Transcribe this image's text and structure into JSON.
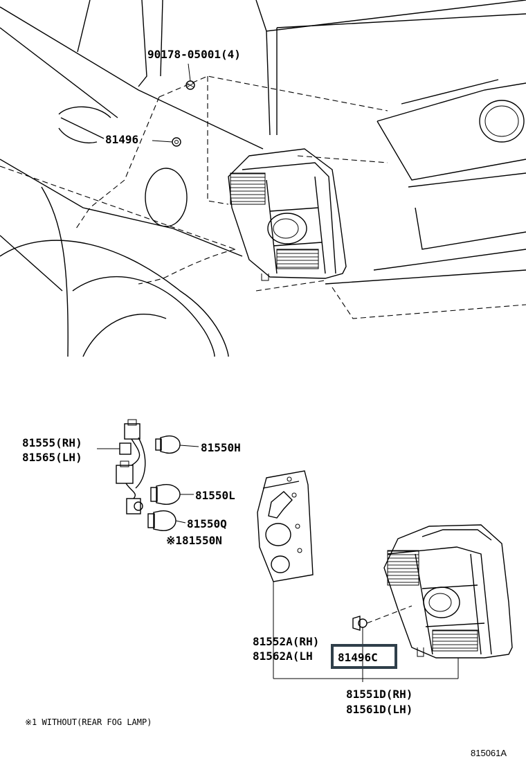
{
  "labels": {
    "bolt": "90178-05001(4)",
    "clip_top": "81496",
    "socket_rh": "81555(RH)",
    "socket_lh": "81565(LH)",
    "bulb_h": "81550H",
    "bulb_l": "81550L",
    "bulb_q": "81550Q",
    "bulb_n": "※181550N",
    "gasket_rh": "81552A(RH)",
    "gasket_lh": "81562A(LH",
    "clip_selected": "81496C",
    "lamp_rh": "81551D(RH)",
    "lamp_lh": "81561D(LH)"
  },
  "footnote": "※1 WITHOUT(REAR FOG LAMP)",
  "diagram_ref": "815061A",
  "colors": {
    "highlight_box": "#2f3f4a",
    "line": "#000000"
  }
}
